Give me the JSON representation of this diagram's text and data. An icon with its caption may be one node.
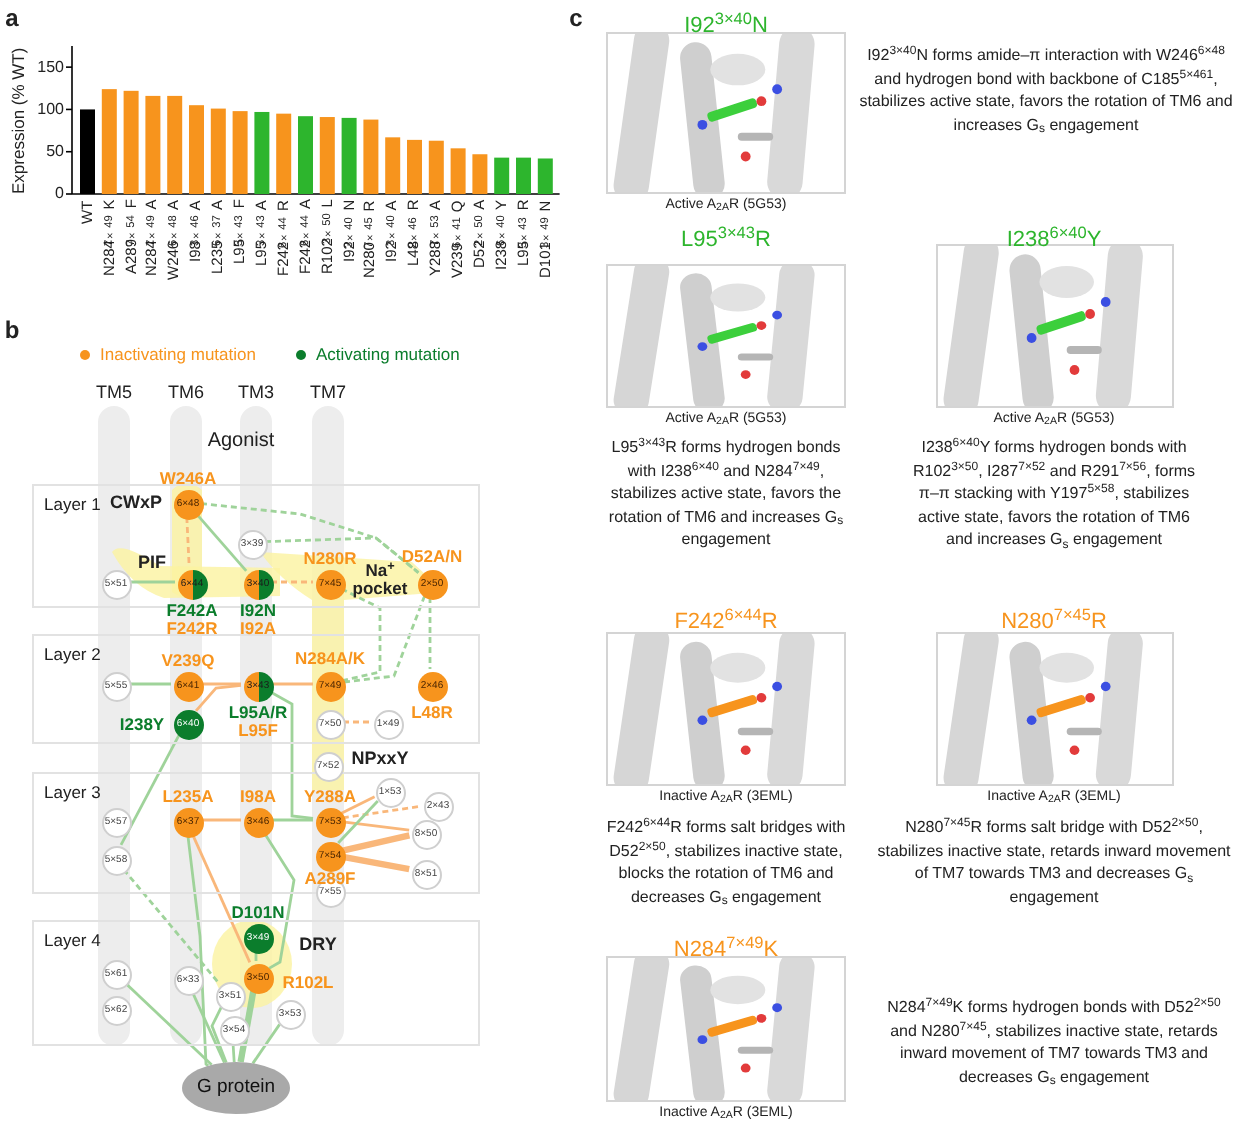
{
  "diagram": {
    "nodes": [
      {
        "text": [
          "Agonist"
        ]
      },
      {
        "text": [
          "Layer 1"
        ]
      },
      {
        "text": [
          "6×48"
        ],
        "in": 1,
        "beside": [
          "W246A"
        ]
      },
      {
        "text": [
          "3×39"
        ],
        "in": 1
      },
      {
        "text": [
          "5×51"
        ],
        "in": 1
      },
      {
        "text": [
          "6×44"
        ],
        "in": 1,
        "beside": [
          "F242A",
          "F242R"
        ]
      },
      {
        "text": [
          "3×40"
        ],
        "in": 1,
        "beside": [
          "I92N",
          "I92A"
        ]
      },
      {
        "text": [
          "7×45"
        ],
        "in": 1,
        "beside": [
          "N280R"
        ]
      },
      {
        "text": [
          "2×50"
        ],
        "in": 1,
        "beside": [
          "D52A/N"
        ]
      },
      {
        "text": [
          "Layer 2"
        ]
      },
      {
        "text": [
          "5×55"
        ],
        "in": 9
      },
      {
        "text": [
          "6×41"
        ],
        "in": 9,
        "beside": [
          "V239Q"
        ]
      },
      {
        "text": [
          "3×43"
        ],
        "in": 9,
        "beside": [
          "L95A/R",
          "L95F"
        ]
      },
      {
        "text": [
          "7×49"
        ],
        "in": 9,
        "beside": [
          "N284A/K"
        ]
      },
      {
        "text": [
          "2×46"
        ],
        "in": 9,
        "beside": [
          "L48R"
        ]
      },
      {
        "text": [
          "6×40"
        ],
        "in": 9,
        "beside": [
          "I238Y"
        ]
      },
      {
        "text": [
          "7×50"
        ],
        "in": 9
      },
      {
        "text": [
          "1×49"
        ],
        "in": 9
      },
      {
        "text": [
          "7×52"
        ]
      },
      {
        "text": [
          "Layer 3"
        ]
      },
      {
        "text": [
          "5×57"
        ],
        "in": 19
      },
      {
        "text": [
          "6×37"
        ],
        "in": 19,
        "beside": [
          "L235A"
        ]
      },
      {
        "text": [
          "3×46"
        ],
        "in": 19,
        "beside": [
          "I98A"
        ]
      },
      {
        "text": [
          "7×53"
        ],
        "in": 19,
        "beside": [
          "Y288A"
        ]
      },
      {
        "text": [
          "1×53"
        ],
        "in": 19
      },
      {
        "text": [
          "2×43"
        ],
        "in": 19
      },
      {
        "text": [
          "8×50"
        ],
        "in": 19
      },
      {
        "text": [
          "5×58"
        ],
        "in": 19
      },
      {
        "text": [
          "7×54"
        ],
        "in": 19,
        "beside": [
          "A289F"
        ]
      },
      {
        "text": [
          "8×51"
        ],
        "in": 19
      },
      {
        "text": [
          "7×55"
        ],
        "in": 19
      },
      {
        "text": [
          "Layer 4"
        ]
      },
      {
        "text": [
          "3×49"
        ],
        "in": 31,
        "beside": [
          "D101N"
        ]
      },
      {
        "text": [
          "5×61"
        ],
        "in": 31
      },
      {
        "text": [
          "6×33"
        ],
        "in": 31
      },
      {
        "text": [
          "3×50"
        ],
        "in": 31,
        "beside": [
          "R102L"
        ]
      },
      {
        "text": [
          "3×51"
        ],
        "in": 31
      },
      {
        "text": [
          "5×62"
        ],
        "in": 31
      },
      {
        "text": [
          "3×53"
        ],
        "in": 31
      },
      {
        "text": [
          "3×54"
        ],
        "in": 31
      },
      {
        "text": [
          "G protein"
        ]
      }
    ],
    "edges": [
      {
        "from": 2,
        "to": 6,
        "arrow": "none"
      },
      {
        "from": 2,
        "to": 8,
        "arrow": "none",
        "style": "dashed"
      },
      {
        "from": 3,
        "to": 8,
        "arrow": "none",
        "style": "dashed"
      },
      {
        "from": 2,
        "to": 5,
        "arrow": "none",
        "style": "dashed",
        "color": "#f9b77a"
      },
      {
        "from": 4,
        "to": 5,
        "arrow": "none"
      },
      {
        "from": 6,
        "to": 7,
        "arrow": "none",
        "style": "dashed",
        "color": "#f9b77a"
      },
      {
        "from": 7,
        "to": 13,
        "arrow": "none",
        "style": "dashed"
      },
      {
        "from": 8,
        "to": 13,
        "arrow": "none",
        "style": "dashed"
      },
      {
        "from": 8,
        "to": 14,
        "arrow": "none",
        "style": "dashed"
      },
      {
        "from": 10,
        "to": 11,
        "arrow": "none"
      },
      {
        "from": 11,
        "to": 12,
        "arrow": "none",
        "color": "#f9b77a"
      },
      {
        "from": 12,
        "to": 13,
        "arrow": "none",
        "color": "#f9b77a"
      },
      {
        "from": 15,
        "to": 12,
        "arrow": "none",
        "color": "#f9b77a"
      },
      {
        "from": 12,
        "to": 23,
        "arrow": "none"
      },
      {
        "from": 16,
        "to": 17,
        "arrow": "none",
        "style": "dashed",
        "color": "#f9b77a"
      },
      {
        "from": 15,
        "to": 27,
        "arrow": "none"
      },
      {
        "from": 21,
        "to": 22,
        "arrow": "none",
        "color": "#f9b77a"
      },
      {
        "from": 22,
        "to": 23,
        "arrow": "none"
      },
      {
        "from": 23,
        "to": 24,
        "arrow": "none",
        "color": "#f9b77a"
      },
      {
        "from": 23,
        "to": 25,
        "arrow": "none",
        "style": "dashed",
        "color": "#f9b77a"
      },
      {
        "from": 23,
        "to": 26,
        "arrow": "none",
        "color": "#f9b77a"
      },
      {
        "from": 28,
        "to": 26,
        "arrow": "none",
        "style": "thick",
        "color": "#f9b77a"
      },
      {
        "from": 28,
        "to": 29,
        "arrow": "none",
        "style": "thick",
        "color": "#f9b77a"
      },
      {
        "from": 28,
        "to": 24,
        "arrow": "none"
      },
      {
        "from": 21,
        "to": 35,
        "arrow": "none",
        "color": "#f9b77a"
      },
      {
        "from": 21,
        "to": 40,
        "arrow": "none"
      },
      {
        "from": 27,
        "to": 36,
        "arrow": "none",
        "style": "dashed"
      },
      {
        "from": 22,
        "to": 35,
        "arrow": "none"
      },
      {
        "from": 32,
        "to": 35,
        "arrow": "none"
      },
      {
        "from": 33,
        "to": 40,
        "arrow": "none"
      },
      {
        "from": 34,
        "to": 40,
        "arrow": "none"
      },
      {
        "from": 35,
        "to": 40,
        "arrow": "none",
        "style": "thick"
      },
      {
        "from": 36,
        "to": 40,
        "arrow": "none"
      },
      {
        "from": 39,
        "to": 40,
        "arrow": "none"
      },
      {
        "from": 38,
        "to": 40,
        "arrow": "none"
      }
    ],
    "labels": [
      "a",
      "b",
      "TM5",
      "TM6",
      "TM3",
      "TM7",
      "CWxP",
      "PIF",
      "Na$^{+}$ pocket",
      "NPxxY",
      "DRY",
      "c",
      "I92$^{3×40}$N",
      "Active A$_{2A}$R (5G53)",
      "I92$^{3×40}$N forms amide–π interaction with W246$^{6×48}$ and hydrogen bond with backbone of C185$^{5×461}$, stabilizes active state, favors the rotation of TM6 and increases G$_{s}$ engagement",
      "L95$^{3×43}$R",
      "Active A$_{2A}$R (5G53)",
      "L95$^{3×43}$R forms hydrogen bonds with I238$^{6×40}$ and N284$^{7×49}$, stabilizes active state, favors the rotation of TM6 and increases G$_{s}$ engagement",
      "I238$^{6×40}$Y",
      "Active A$_{2A}$R (5G53)",
      "I238$^{6×40}$Y forms hydrogen bonds with R102$^{3×50}$, I287$^{7×52}$ and R291$^{7×56}$, forms π–π stacking with Y197$^{5×58}$, stabilizes active state, favors the rotation of TM6 and increases G$_{s}$ engagement",
      "F242$^{6×44}$R",
      "Inactive A$_{2A}$R (3EML)",
      "F242$^{6×44}$R forms salt bridges with D52$^{2×50}$, stabilizes inactive state, blocks the rotation of TM6 and decreases G$_{s}$ engagement",
      "N280$^{7×45}$R",
      "Inactive A$_{2A}$R (3EML)",
      "N280$^{7×45}$R forms salt bridge with D52$^{2×50}$, stabilizes inactive state, retards inward movement of TM7 towards TM3 and decreases G$_{s}$ engagement",
      "N284$^{7×49}$K",
      "Inactive A$_{2A}$R (3EML)",
      "N284$^{7×49}$K forms hydrogen bonds with D52$^{2×50}$ and N280$^{7×45}$, stabilizes inactive state, retards inward movement of TM7 towards TM3 and decreases G$_{s}$ engagement"
    ],
    "legend": [
      {
        "text": "Inactivating mutation",
        "color": "#f7941d"
      },
      {
        "text": "Activating mutation",
        "color": "#0b7d2c"
      }
    ],
    "chart_data": {
      "type": "bar",
      "ylabel": "Expression (% WT)",
      "categories": [
        "WT",
        "N284$^{7×49}$K",
        "A289$^{7×54}$F",
        "N284$^{7×49}$A",
        "W246$^{6×48}$A",
        "I98$^{3×46}$A",
        "L235$^{6×37}$A",
        "L95$^{3×43}$F",
        "L95$^{3×43}$A",
        "F242$^{6×44}$R",
        "F242$^{6×44}$A",
        "R102$^{3×50}$L",
        "I92$^{3×40}$N",
        "N280$^{7×45}$R",
        "I92$^{3×40}$A",
        "L48$^{2×46}$R",
        "Y288$^{7×53}$A",
        "V239$^{6×41}$Q",
        "D52$^{2×50}$A",
        "I238$^{6×40}$Y",
        "L95$^{3×43}$R",
        "D101$^{3×49}$N"
      ],
      "series": [
        {
          "color": "#000000",
          "values": [
            100,
            null,
            null,
            null,
            null,
            null,
            null,
            null,
            null,
            null,
            null,
            null,
            null,
            null,
            null,
            null,
            null,
            null,
            null,
            null,
            null,
            null
          ]
        },
        {
          "color": "#f7941d",
          "values": [
            null,
            124,
            122,
            116,
            116,
            105,
            101,
            98,
            null,
            95,
            null,
            91,
            null,
            88,
            67,
            64,
            63,
            54,
            47,
            null,
            null,
            null
          ]
        },
        {
          "color": "#2db52d",
          "values": [
            null,
            null,
            null,
            null,
            null,
            null,
            null,
            null,
            97,
            null,
            92,
            null,
            90,
            null,
            null,
            null,
            null,
            null,
            null,
            43,
            43,
            42
          ]
        }
      ],
      "ylim": [
        0,
        175
      ],
      "yticks": [
        0,
        50,
        100,
        150
      ],
      "stacked": true
    }
  }
}
